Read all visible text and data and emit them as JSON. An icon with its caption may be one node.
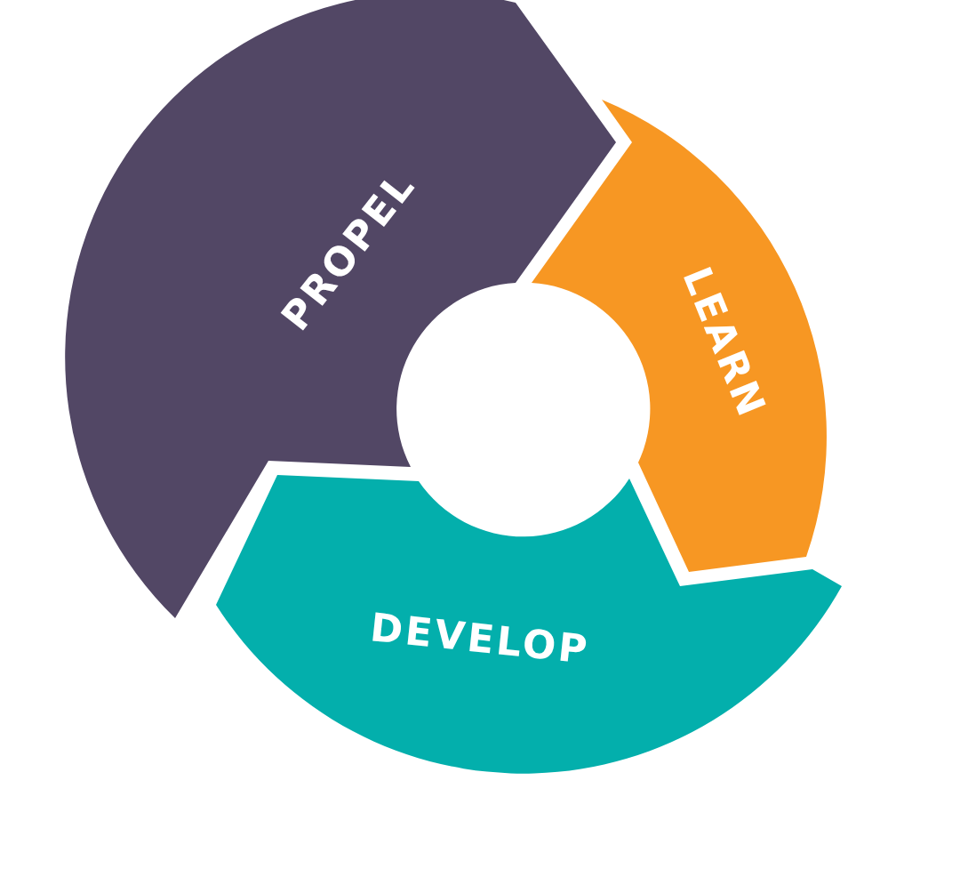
{
  "diagram": {
    "nodes": [
      {
        "text": [
          "PROPEL"
        ]
      },
      {
        "text": [
          "LEARN"
        ]
      },
      {
        "text": [
          "DEVELOP"
        ]
      }
    ]
  }
}
